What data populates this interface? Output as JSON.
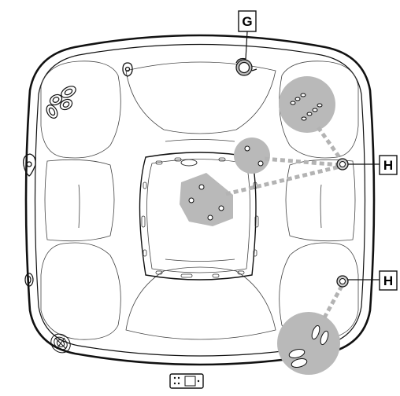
{
  "callouts": [
    {
      "id": "G",
      "label": "G"
    },
    {
      "id": "H-upper",
      "label": "H"
    },
    {
      "id": "H-lower",
      "label": "H"
    }
  ],
  "colors": {
    "highlight": "#b9b9b9",
    "dashed_line": "#b3b3b3",
    "outline": "#111111"
  },
  "icons": [
    "valve-knob-icon",
    "air-control-icon",
    "jet-cluster-icon",
    "control-panel-icon",
    "filter-icon"
  ]
}
